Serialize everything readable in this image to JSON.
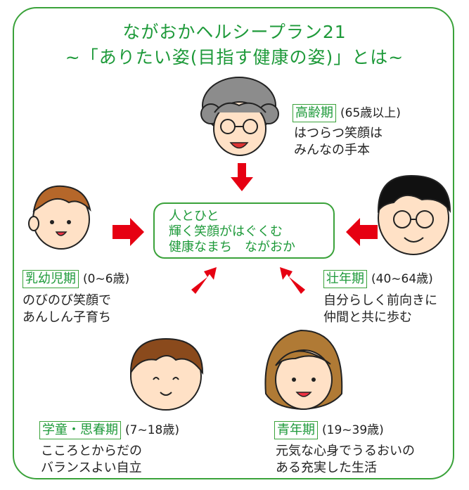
{
  "title": {
    "line1": "ながおかヘルシープラン21",
    "line2": "~「ありたい姿(目指す健康の姿)」とは~"
  },
  "center": {
    "line1": "人とひと",
    "line2": "輝く笑顔がはぐくむ",
    "line3": "健康なまち　ながおか"
  },
  "stages": {
    "elderly": {
      "label": "高齢期",
      "range": "(65歳以上)",
      "desc1": "はつらつ笑顔は",
      "desc2": "みんなの手本"
    },
    "infant": {
      "label": "乳幼児期",
      "range": "(0~6歳)",
      "desc1": "のびのび笑顔で",
      "desc2": "あんしん子育ち"
    },
    "middle": {
      "label": "壮年期",
      "range": "(40~64歳)",
      "desc1": "自分らしく前向きに",
      "desc2": "仲間と共に歩む"
    },
    "school": {
      "label": "学童・思春期",
      "range": "(7~18歳)",
      "desc1": "こころとからだの",
      "desc2": "バランスよい自立"
    },
    "youth": {
      "label": "青年期",
      "range": "(19~39歳)",
      "desc1": "元気な心身でうるおいの",
      "desc2": "ある充実した生活"
    }
  },
  "colors": {
    "green": "#1e9a3a",
    "border": "#3aa23a",
    "arrow": "#e60012"
  },
  "icons": [
    "elderly-face-icon",
    "infant-face-icon",
    "middle-aged-face-icon",
    "child-face-icon",
    "young-woman-face-icon",
    "arrow-icon"
  ]
}
